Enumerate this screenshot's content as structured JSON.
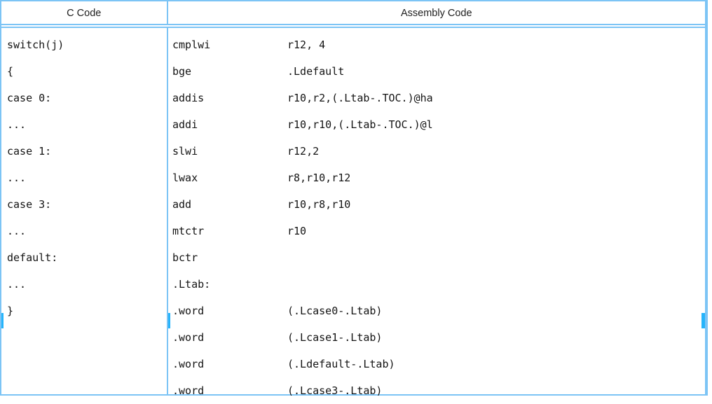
{
  "table": {
    "headers": {
      "c_code": "C Code",
      "assembly_code": "Assembly Code"
    },
    "c_code_lines": [
      "switch(j)",
      "{",
      "case 0:",
      "...",
      "case 1:",
      "...",
      "case 3:",
      "...",
      "default:",
      "...",
      "}",
      "",
      "",
      ""
    ],
    "assembly_lines": [
      {
        "mnemonic": "cmplwi",
        "operands": "r12, 4"
      },
      {
        "mnemonic": "bge",
        "operands": ".Ldefault"
      },
      {
        "mnemonic": "addis",
        "operands": "r10,r2,(.Ltab-.TOC.)@ha"
      },
      {
        "mnemonic": "addi",
        "operands": "r10,r10,(.Ltab-.TOC.)@l"
      },
      {
        "mnemonic": "slwi",
        "operands": "r12,2"
      },
      {
        "mnemonic": "lwax",
        "operands": "r8,r10,r12"
      },
      {
        "mnemonic": "add",
        "operands": "r10,r8,r10"
      },
      {
        "mnemonic": "mtctr",
        "operands": "r10"
      },
      {
        "mnemonic": "bctr",
        "operands": ""
      },
      {
        "mnemonic": ".Ltab:",
        "operands": ""
      },
      {
        "mnemonic": ".word",
        "operands": "(.Lcase0-.Ltab)"
      },
      {
        "mnemonic": ".word",
        "operands": "(.Lcase1-.Ltab)"
      },
      {
        "mnemonic": ".word",
        "operands": "(.Ldefault-.Ltab)"
      },
      {
        "mnemonic": ".word",
        "operands": "(.Lcase3-.Ltab)"
      }
    ]
  },
  "colors": {
    "border": "#7cc4f5",
    "highlight": "#26b4fb",
    "text": "#141414",
    "background": "#ffffff"
  }
}
